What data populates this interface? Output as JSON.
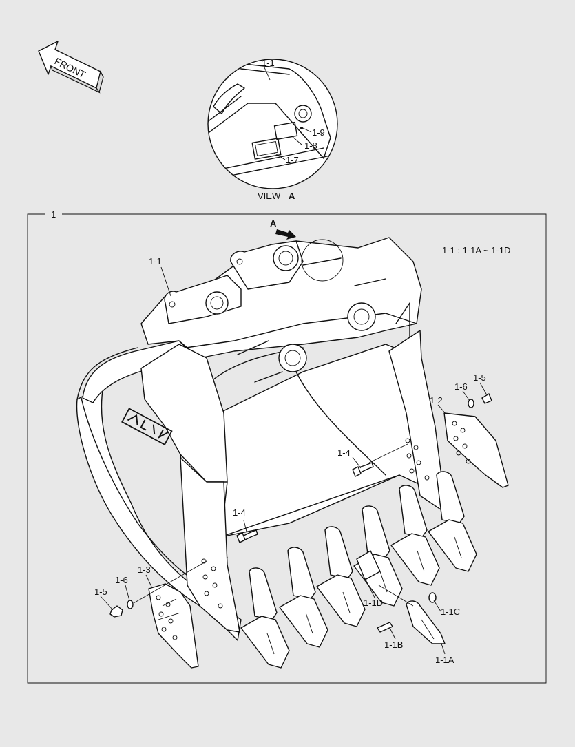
{
  "page": {
    "background": "#e8e8e8",
    "line_color": "#111111"
  },
  "front_arrow": {
    "label": "FRONT"
  },
  "detail_view": {
    "caption_prefix": "VIEW",
    "caption_letter": "A",
    "labels": [
      "1-1",
      "1-9",
      "1-8",
      "1-7"
    ]
  },
  "assembly": {
    "number": "1",
    "view_marker": "A",
    "note": "1-1 : 1-1A ~ 1-1D",
    "labels": {
      "bucket": "1-1",
      "side_cutter_right": "1-2",
      "side_cutter_left": "1-3",
      "bolt_right": "1-4",
      "bolt_left": "1-4",
      "nut_right": "1-5",
      "washer_right": "1-6",
      "nut_left": "1-5",
      "washer_left": "1-6",
      "tooth": "1-1A",
      "pin": "1-1B",
      "lock": "1-1C",
      "adapter": "1-1D"
    }
  },
  "logo": {
    "icon": "brand-logo-stamp"
  }
}
